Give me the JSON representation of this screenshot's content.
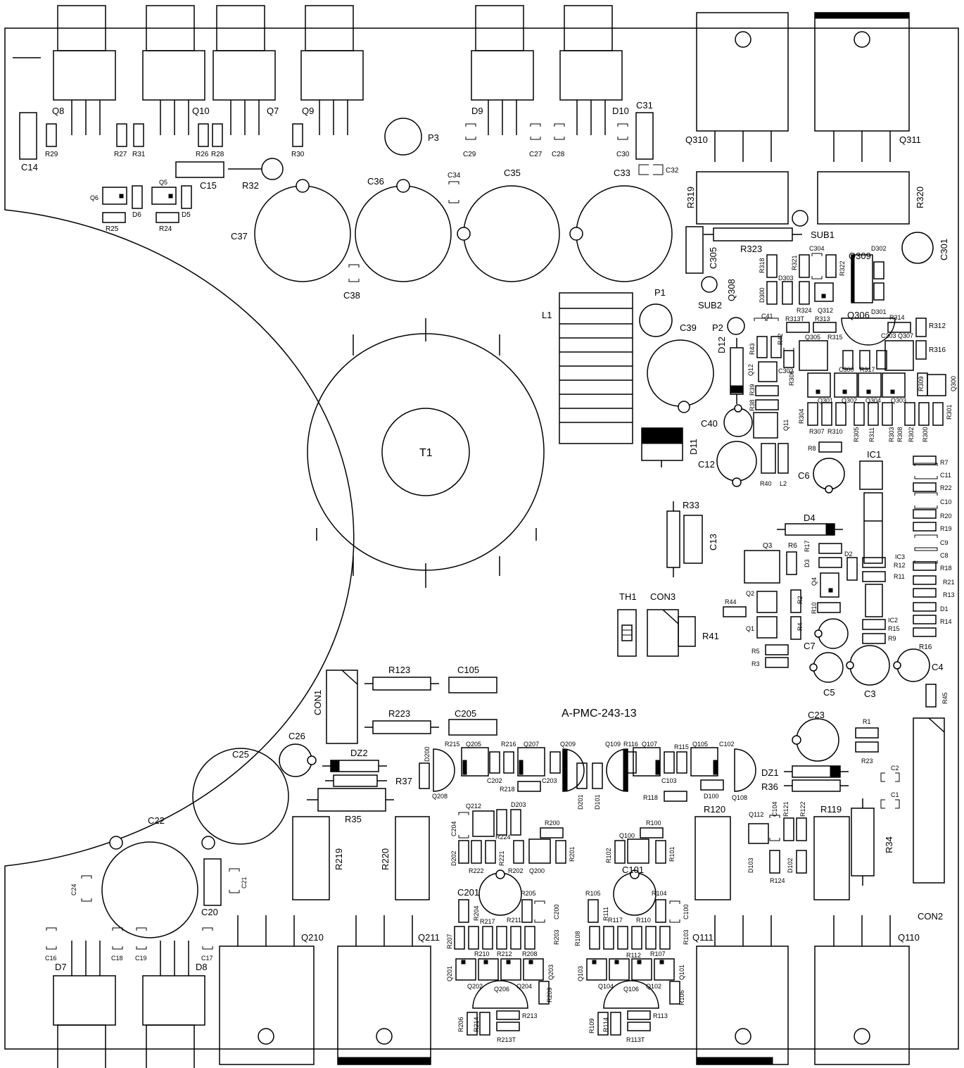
{
  "board": {
    "code": "A-PMC-243-13"
  },
  "labels": {
    "Q8": "Q8",
    "Q10": "Q10",
    "Q7": "Q7",
    "Q9": "Q9",
    "D9": "D9",
    "D10": "D10",
    "C31": "C31",
    "Q310": "Q310",
    "Q311": "Q311",
    "C14": "C14",
    "R29": "R29",
    "R27": "R27",
    "R31": "R31",
    "R26": "R26",
    "R28": "R28",
    "R30": "R30",
    "P3": "P3",
    "C29": "C29",
    "C27": "C27",
    "C28": "C28",
    "C30": "C30",
    "C33": "C33",
    "C32": "C32",
    "C15": "C15",
    "R32": "R32",
    "Q6": "Q6",
    "Q5": "Q5",
    "D6": "D6",
    "D5": "D5",
    "R25": "R25",
    "R24": "R24",
    "C37": "C37",
    "C36": "C36",
    "C34": "C34",
    "C35": "C35",
    "C38": "C38",
    "R319": "R319",
    "R320": "R320",
    "SUB1": "SUB1",
    "R323": "R323",
    "C301": "C301",
    "C305": "C305",
    "R318": "R318",
    "R321": "R321",
    "C304": "C304",
    "R322": "R322",
    "Q309": "Q309",
    "D302": "D302",
    "Q308": "Q308",
    "D300": "D300",
    "D303": "D303",
    "SUB2": "SUB2",
    "R324": "R324",
    "Q312": "Q312",
    "Q306": "Q306",
    "D301": "D301",
    "P1": "P1",
    "L1": "L1",
    "C41": "C41",
    "R313T": "R313T",
    "R313": "R313",
    "R314": "R314",
    "R312": "R312",
    "P2": "P2",
    "C39": "C39",
    "D12": "D12",
    "R43": "R43",
    "R42": "R42",
    "Q305": "Q305",
    "R315": "R315",
    "C303": "C303",
    "Q307": "Q307",
    "R316": "R316",
    "Q12": "Q12",
    "C302": "C302",
    "R306": "R306",
    "C300": "C300",
    "R317": "R317",
    "R309": "R309",
    "Q300": "Q300",
    "R39": "R39",
    "R38": "R38",
    "Q301": "Q301",
    "Q302": "Q302",
    "Q304": "Q304",
    "Q303": "Q303",
    "C40": "C40",
    "Q11": "Q11",
    "R304": "R304",
    "R307": "R307",
    "R310": "R310",
    "R305": "R305",
    "R311": "R311",
    "R303": "R303",
    "R308": "R308",
    "R302": "R302",
    "R300": "R300",
    "R301": "R301",
    "D11": "D11",
    "R8": "R8",
    "T1": "T1",
    "C12": "C12",
    "R40": "R40",
    "L2": "L2",
    "C6": "C6",
    "IC1": "IC1",
    "R7": "R7",
    "C11": "C11",
    "R22": "R22",
    "C10": "C10",
    "R20": "R20",
    "R19": "R19",
    "C9": "C9",
    "C8": "C8",
    "R18": "R18",
    "R21": "R21",
    "R13": "R13",
    "D1": "D1",
    "R14": "R14",
    "R16": "R16",
    "R33": "R33",
    "C13": "C13",
    "D4": "D4",
    "Q3": "Q3",
    "R6": "R6",
    "R17": "R17",
    "D3": "D3",
    "D2": "D2",
    "IC3": "IC3",
    "R12": "R12",
    "R11": "R11",
    "Q4": "Q4",
    "TH1": "TH1",
    "CON3": "CON3",
    "R44": "R44",
    "Q2": "Q2",
    "R2": "R2",
    "R10": "R10",
    "IC2": "IC2",
    "R15": "R15",
    "R9": "R9",
    "Q1": "Q1",
    "R4": "R4",
    "C7": "C7",
    "R41": "R41",
    "R5": "R5",
    "R3": "R3",
    "C5": "C5",
    "C3": "C3",
    "C4": "C4",
    "R45": "R45",
    "R123": "R123",
    "C105": "C105",
    "CON1": "CON1",
    "R223": "R223",
    "C205": "C205",
    "C23": "C23",
    "R1": "R1",
    "R23": "R23",
    "C26": "C26",
    "D200": "D200",
    "R215": "R215",
    "Q205": "Q205",
    "R216": "R216",
    "Q207": "Q207",
    "Q209": "Q209",
    "Q109": "Q109",
    "R116": "R116",
    "Q107": "Q107",
    "R115": "R115",
    "Q105": "Q105",
    "C102": "C102",
    "C25": "C25",
    "DZ2": "DZ2",
    "DZ1": "DZ1",
    "C2": "C2",
    "R37": "R37",
    "C202": "C202",
    "C203": "C203",
    "C103": "C103",
    "R36": "R36",
    "C1": "C1",
    "R218": "R218",
    "D100": "D100",
    "Q208": "Q208",
    "D201": "D201",
    "D101": "D101",
    "R118": "R118",
    "Q108": "Q108",
    "R35": "R35",
    "Q212": "Q212",
    "D203": "D203",
    "R120": "R120",
    "R119": "R119",
    "C104": "C104",
    "R121": "R121",
    "R122": "R122",
    "Q112": "Q112",
    "R100": "R100",
    "R200": "R200",
    "C204": "C204",
    "R224": "R224",
    "Q100": "Q100",
    "C22": "C22",
    "R219": "R219",
    "R220": "R220",
    "D202": "D202",
    "R221": "R221",
    "R201": "R201",
    "R102": "R102",
    "R101": "R101",
    "D103": "D103",
    "D102": "D102",
    "R34": "R34",
    "R222": "R222",
    "R202": "R202",
    "Q200": "Q200",
    "C101": "C101",
    "R124": "R124",
    "C24": "C24",
    "C21": "C21",
    "C201": "C201",
    "R205": "R205",
    "R105": "R105",
    "R104": "R104",
    "CON2": "CON2",
    "C20": "C20",
    "R204": "R204",
    "C200": "C200",
    "R111": "R111",
    "C100": "C100",
    "R217": "R217",
    "R211": "R211",
    "R117": "R117",
    "R110": "R110",
    "Q210": "Q210",
    "Q211": "Q211",
    "R207": "R207",
    "R203": "R203",
    "R108": "R108",
    "R103": "R103",
    "Q111": "Q111",
    "Q110": "Q110",
    "C16": "C16",
    "C18": "C18",
    "C19": "C19",
    "C17": "C17",
    "R210": "R210",
    "R212": "R212",
    "R208": "R208",
    "R112": "R112",
    "R107": "R107",
    "D7": "D7",
    "D8": "D8",
    "Q201": "Q201",
    "Q203": "Q203",
    "Q103": "Q103",
    "Q101": "Q101",
    "Q202": "Q202",
    "Q206": "Q206",
    "Q204": "Q204",
    "R209": "R209",
    "Q104": "Q104",
    "Q106": "Q106",
    "Q102": "Q102",
    "R106": "R106",
    "R206": "R206",
    "R214": "R214",
    "R213": "R213",
    "R109": "R109",
    "R114": "R114",
    "R113": "R113",
    "R213T": "R213T",
    "R113T": "R113T"
  }
}
